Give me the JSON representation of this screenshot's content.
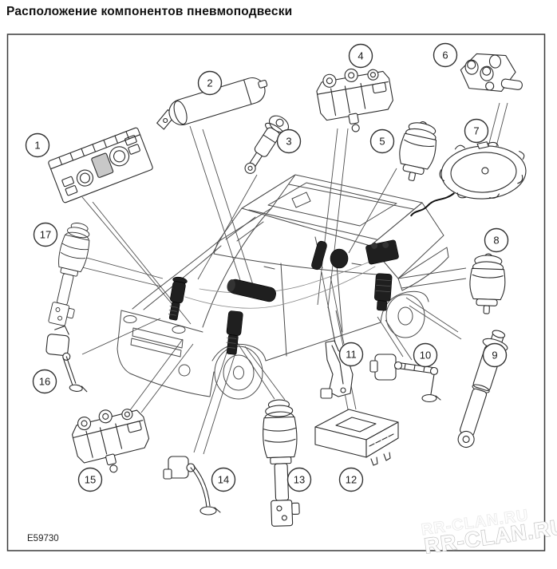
{
  "page": {
    "title": "Расположение компонентов пневмоподвески"
  },
  "figure": {
    "code": "E59730",
    "watermark": "RR-CLAN.RU",
    "callouts": [
      {
        "number": "1"
      },
      {
        "number": "2"
      },
      {
        "number": "3"
      },
      {
        "number": "4"
      },
      {
        "number": "5"
      },
      {
        "number": "6"
      },
      {
        "number": "7"
      },
      {
        "number": "8"
      },
      {
        "number": "9"
      },
      {
        "number": "10"
      },
      {
        "number": "11"
      },
      {
        "number": "12"
      },
      {
        "number": "13"
      },
      {
        "number": "14"
      },
      {
        "number": "15"
      },
      {
        "number": "16"
      },
      {
        "number": "17"
      }
    ]
  }
}
